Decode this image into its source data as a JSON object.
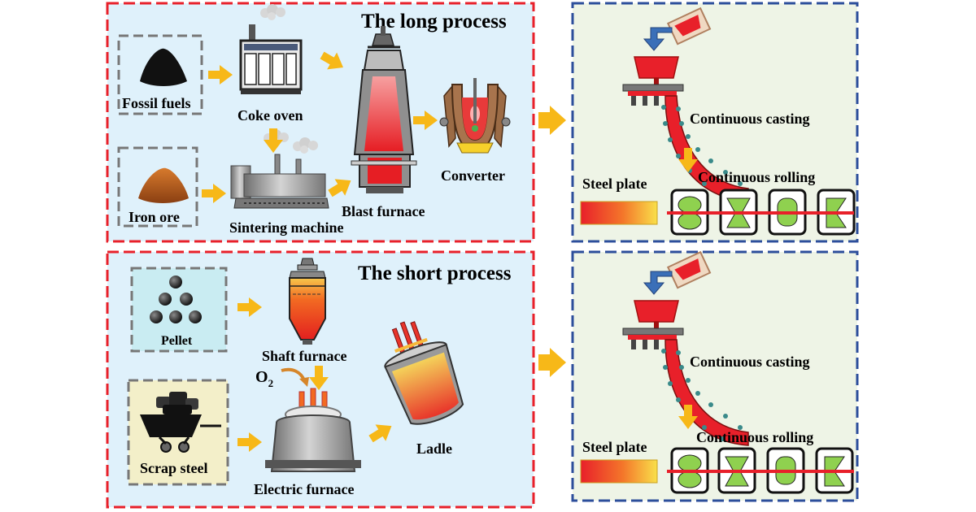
{
  "long_process": {
    "title": "The long process",
    "fossil_fuels": "Fossil fuels",
    "iron_ore": "Iron ore",
    "coke_oven": "Coke oven",
    "sintering_machine": "Sintering machine",
    "blast_furnace": "Blast furnace",
    "converter": "Converter"
  },
  "short_process": {
    "title": "The short process",
    "pellet": "Pellet",
    "scrap_steel": "Scrap steel",
    "shaft_furnace": "Shaft furnace",
    "oxygen": "O",
    "oxygen_sub": "2",
    "electric_furnace": "Electric furnace",
    "ladle": "Ladle"
  },
  "casting_top": {
    "continuous_casting": "Continuous casting",
    "continuous_rolling": "Continuous rolling",
    "steel_plate": "Steel plate"
  },
  "casting_bottom": {
    "continuous_casting": "Continuous casting",
    "continuous_rolling": "Continuous rolling",
    "steel_plate": "Steel plate"
  },
  "colors": {
    "process_border": "#e8202a",
    "casting_border": "#2c4e9b",
    "process_bg": "#dff1fb",
    "casting_bg": "#eef4e6",
    "arrow": "#f7b818",
    "molten": "#e8202a"
  }
}
